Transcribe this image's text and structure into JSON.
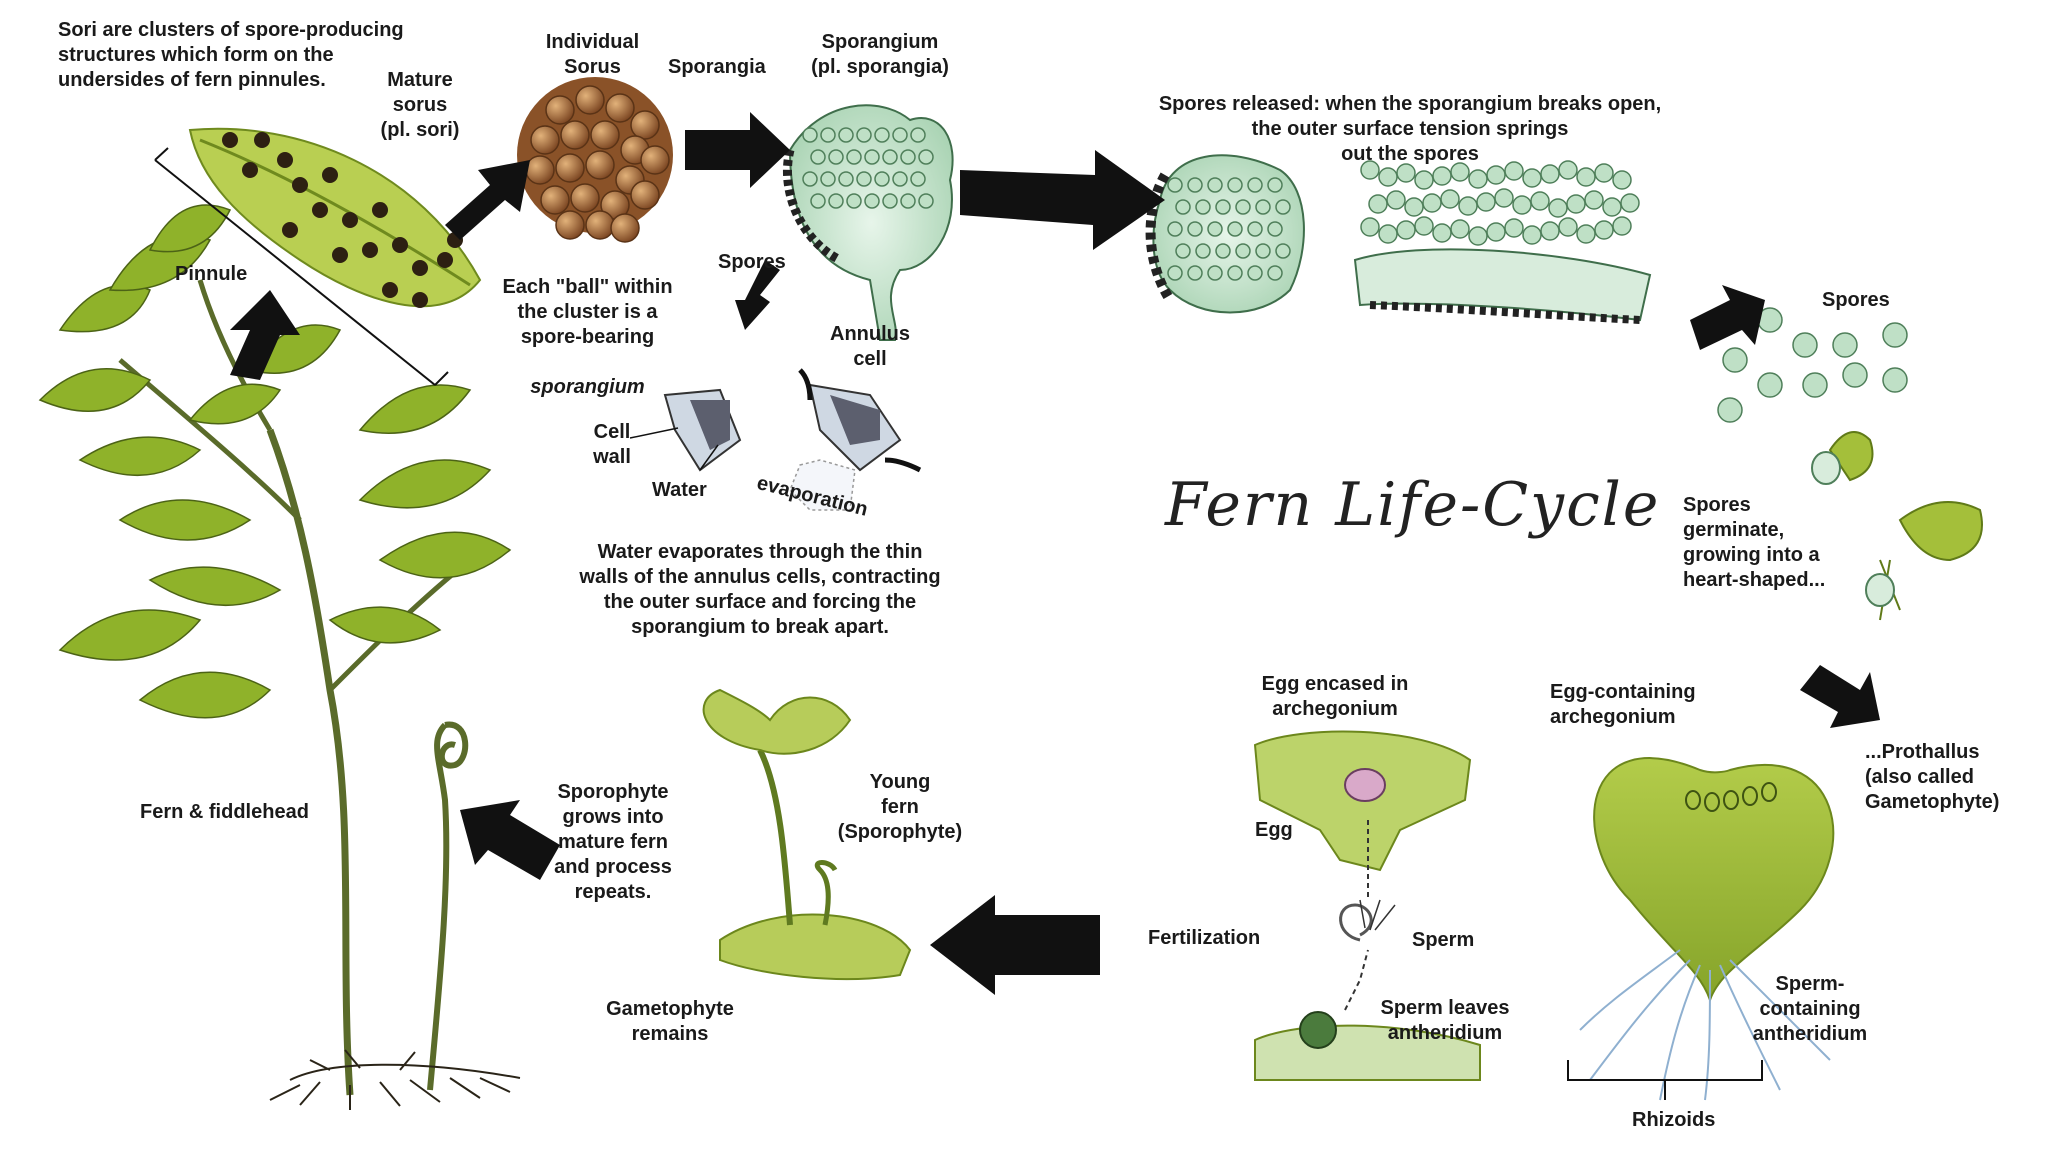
{
  "title": "Fern Life-Cycle",
  "labels": {
    "sori_desc": "Sori are clusters of spore-producing\nstructures which form on the\nundersides of fern pinnules.",
    "mature_sorus": "Mature\nsorus\n(pl. sori)",
    "pinnule": "Pinnule",
    "individual_sorus": "Individual\nSorus",
    "sporangia": "Sporangia",
    "sporangium": "Sporangium\n(pl. sporangia)",
    "ball_desc_a": "Each \"ball\" within\nthe cluster is a\nspore-bearing",
    "ball_desc_b": "sporangium",
    "spores_small": "Spores",
    "annulus_cell": "Annulus\ncell",
    "cell_wall": "Cell\nwall",
    "water": "Water",
    "evaporation": "evaporation",
    "water_desc": "Water evaporates through the thin\nwalls of the annulus cells, contracting\nthe outer surface and forcing the\nsporangium to break apart.",
    "spores_released": "Spores released: when the sporangium breaks open,\nthe outer surface tension springs\nout the spores",
    "spores_right": "Spores",
    "germinate": "Spores\ngerminate,\ngrowing into a\nheart-shaped...",
    "prothallus": "...Prothallus\n(also called\nGametophyte)",
    "egg_archegonium": "Egg-containing\narchegonium",
    "egg_encased": "Egg encased in\narchegonium",
    "egg": "Egg",
    "sperm": "Sperm",
    "sperm_leaves": "Sperm leaves\nantheridium",
    "sperm_antheridium": "Sperm-\ncontaining\nantheridium",
    "rhizoids": "Rhizoids",
    "fertilization": "Fertilization",
    "young_fern": "Young\nfern\n(Sporophyte)",
    "sporophyte_grows": "Sporophyte\ngrows into\nmature fern\nand process\nrepeats.",
    "gametophyte_remains": "Gametophyte\nremains",
    "fern_fiddlehead": "Fern & fiddlehead"
  },
  "colors": {
    "leaf": "#9cb83a",
    "leaf_dark": "#6f8a1e",
    "sorus": "#3a2a1a",
    "spore": "#bfe0c6",
    "spore_edge": "#4f7f5a",
    "arrow": "#111111",
    "arrow_glow": "#b9b46a",
    "rhizoid": "#8fb0d0",
    "ball": "#a86a38"
  }
}
